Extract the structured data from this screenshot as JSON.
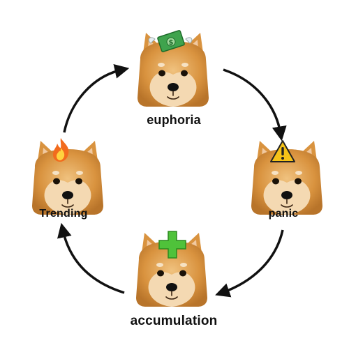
{
  "diagram": {
    "type": "cycle",
    "nodes": [
      {
        "id": "euphoria",
        "label": "euphoria",
        "emoji": "flying-money-icon"
      },
      {
        "id": "panic",
        "label": "panic",
        "emoji": "warning-icon"
      },
      {
        "id": "accumulation",
        "label": "accumulation",
        "emoji": "plus-icon"
      },
      {
        "id": "trending",
        "label": "Trending",
        "emoji": "fire-icon"
      }
    ],
    "edges": [
      {
        "from": "trending",
        "to": "euphoria"
      },
      {
        "from": "euphoria",
        "to": "panic"
      },
      {
        "from": "panic",
        "to": "accumulation"
      },
      {
        "from": "accumulation",
        "to": "trending"
      }
    ],
    "colors": {
      "fur": "#d9933f",
      "fur_light": "#f4d9b2",
      "arrow": "#111111",
      "background": "#ffffff"
    }
  }
}
